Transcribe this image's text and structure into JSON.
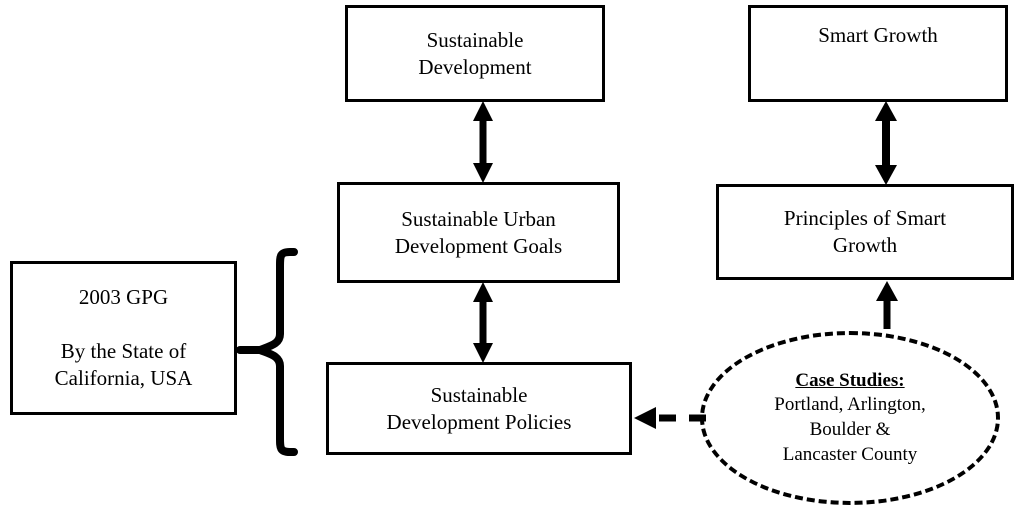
{
  "diagram": {
    "title": "Sustainable Development and Smart Growth framework",
    "stroke_color": "#000000",
    "fill_color": "#ffffff",
    "nodes": {
      "sustainable_development": {
        "lines": [
          "Sustainable",
          "Development"
        ]
      },
      "smart_growth": {
        "lines": [
          "Smart Growth"
        ]
      },
      "sustainable_urban_development_goals": {
        "lines": [
          "Sustainable Urban",
          "Development Goals"
        ]
      },
      "principles_of_smart_growth": {
        "lines": [
          "Principles of Smart",
          "Growth"
        ]
      },
      "gpg_source": {
        "lines": [
          "2003 GPG",
          "",
          "By the State of",
          "California, USA"
        ]
      },
      "sustainable_development_policies": {
        "lines": [
          "Sustainable",
          "Development Policies"
        ]
      },
      "case_studies": {
        "heading": "Case Studies:",
        "lines": [
          "Portland, Arlington,",
          "Boulder &",
          "Lancaster County"
        ]
      }
    },
    "connectors": {
      "sd_to_sudg": {
        "kind": "double-headed-vertical-arrow"
      },
      "sudg_to_sdp": {
        "kind": "double-headed-vertical-arrow"
      },
      "sg_to_posg": {
        "kind": "double-headed-vertical-arrow"
      },
      "cases_to_posg": {
        "kind": "single-up-arrow"
      },
      "cases_to_sdp": {
        "kind": "dashed-left-arrow"
      },
      "gpg_brace": {
        "kind": "left-curly-brace"
      }
    }
  }
}
